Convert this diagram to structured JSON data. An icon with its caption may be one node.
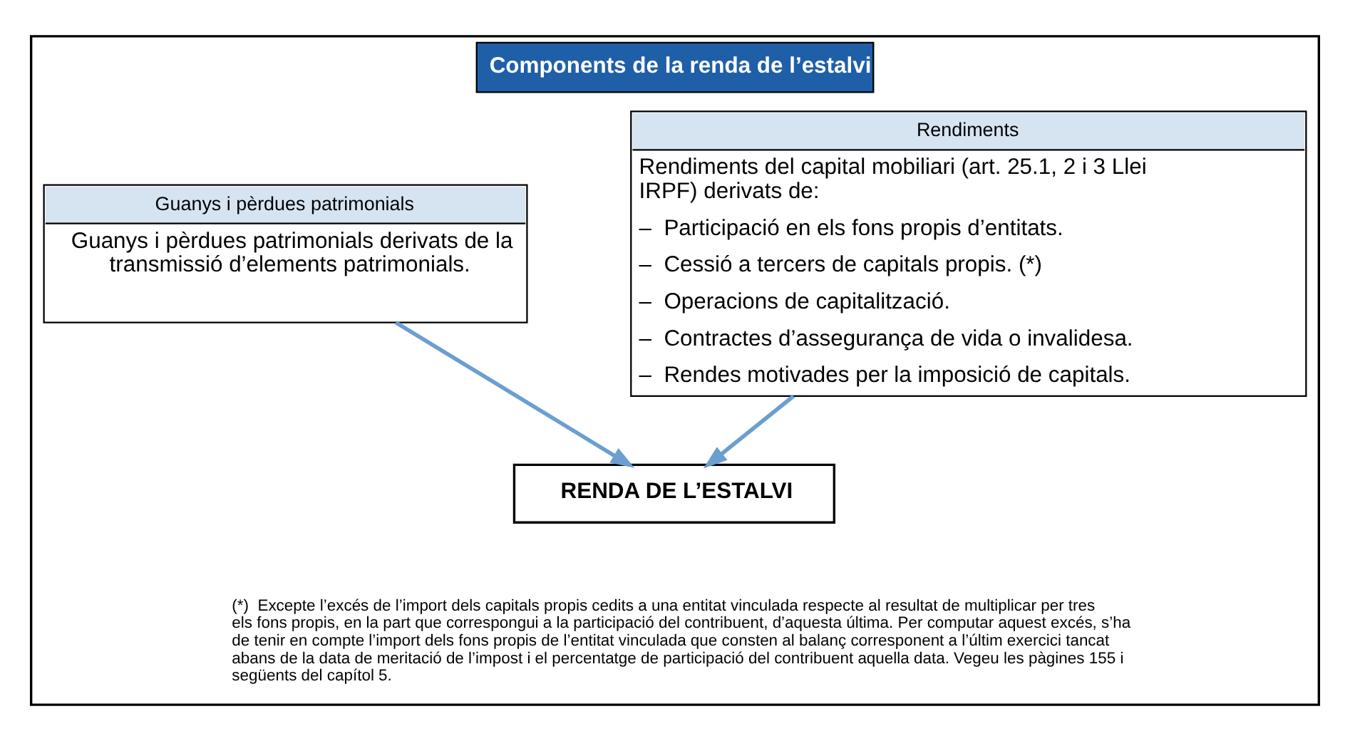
{
  "diagram": {
    "nodes": [
      {
        "text": [
          "Components de la renda de l’estalvi"
        ]
      },
      {
        "text": [
          "Rendiments",
          "Rendiments del capital mobiliari (art. 25.1, 2 i 3 Llei IRPF) derivats de:",
          "–  Participació en els fons propis d’entitats.",
          "–  Cessió a tercers de capitals propis. (*)",
          "–  Operacions de capitalització.",
          "–  Contractes d’assegurança de vida o invalidesa.",
          "–  Rendes motivades per la imposició de capitals."
        ],
        "in": 0
      },
      {
        "text": [
          "Guanys i pèrdues patrimonials",
          "Guanys i pèrdues patrimonials derivats de la transmissió d’elements patrimonials."
        ],
        "in": 0
      },
      {
        "text": [
          "RENDA DE L’ESTALVI"
        ],
        "in": 0
      }
    ],
    "edges": [
      {
        "from": 1,
        "to": 3,
        "arrow": "to"
      },
      {
        "from": 2,
        "to": 3,
        "arrow": "to"
      }
    ],
    "labels": [
      "(*)  Excepte l’excés de l’import dels capitals propis cedits a una entitat vinculada respecte al resultat de multiplicar per tres els fons propis, en la part que correspongui a la participació del contribuent, d’aquesta última. Per computar aquest excés, s’ha de tenir en compte l’import dels fons propis de l’entitat vinculada que consten al balanç corresponent a l’últim exercici tancat abans de la data de meritació de l’impost i el percentatge de participació del contribuent aquella data. Vegeu les pàgines 155 i següents del capítol 5."
    ]
  }
}
